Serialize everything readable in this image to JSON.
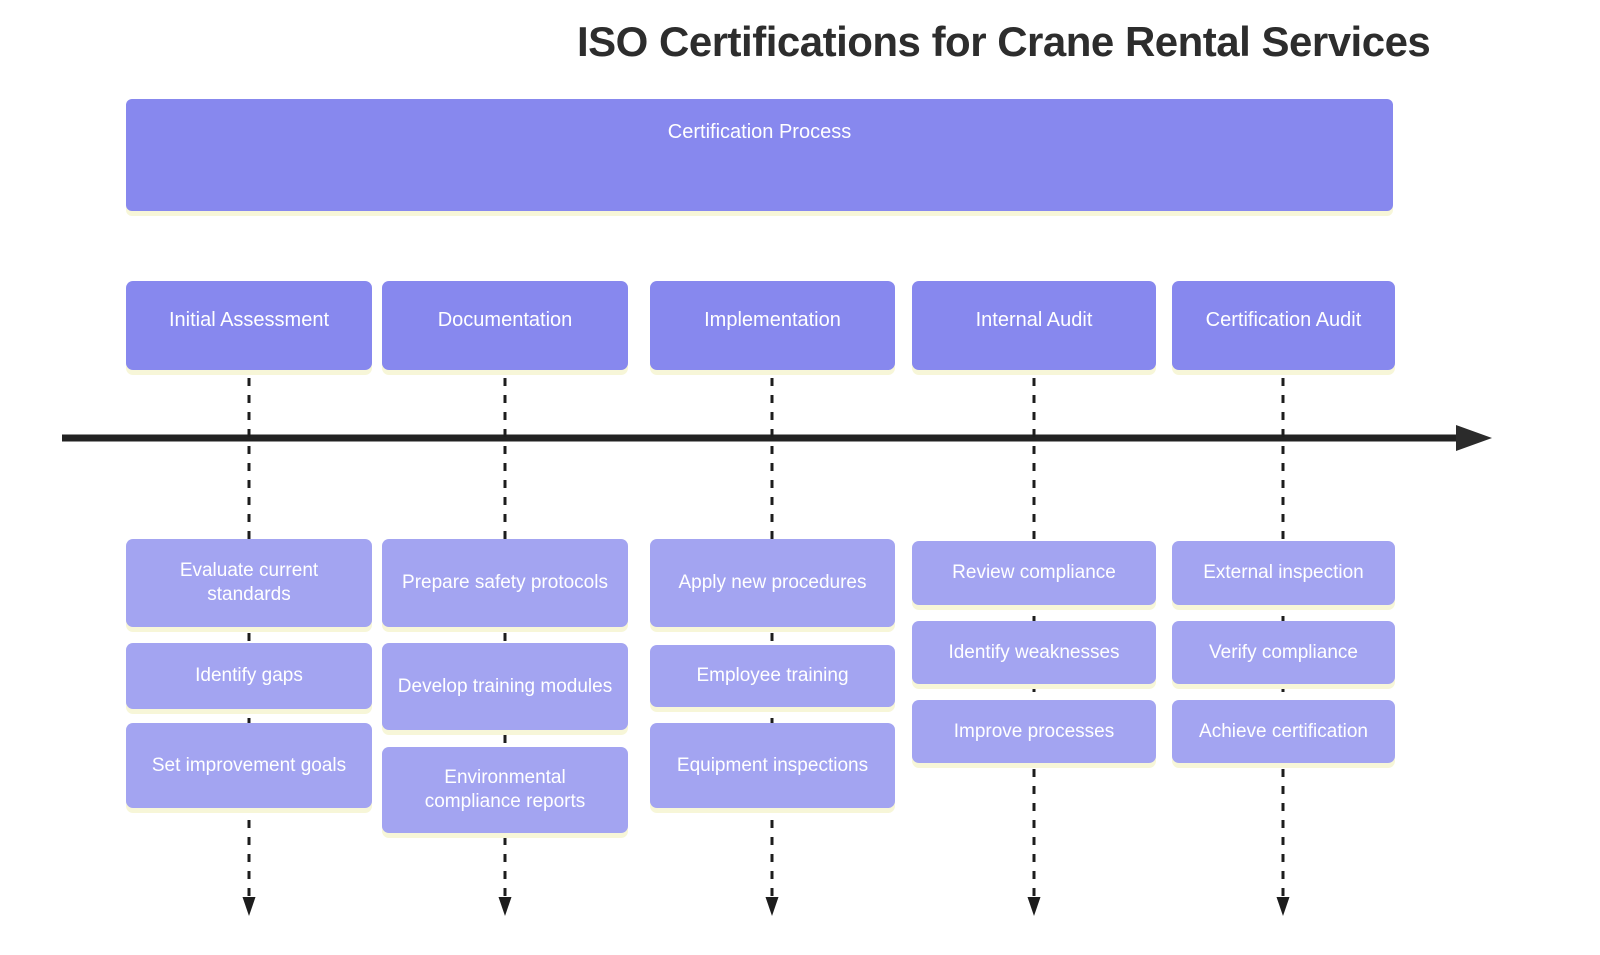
{
  "title": "ISO Certifications for Crane Rental Services",
  "banner": {
    "label": "Certification Process"
  },
  "columns": [
    {
      "phase": "Initial Assessment",
      "tasks": [
        "Evaluate current standards",
        "Identify gaps",
        "Set improvement goals"
      ]
    },
    {
      "phase": "Documentation",
      "tasks": [
        "Prepare safety protocols",
        "Develop training modules",
        "Environmental compliance reports"
      ]
    },
    {
      "phase": "Implementation",
      "tasks": [
        "Apply new procedures",
        "Employee training",
        "Equipment inspections"
      ]
    },
    {
      "phase": "Internal Audit",
      "tasks": [
        "Review compliance",
        "Identify weaknesses",
        "Improve processes"
      ]
    },
    {
      "phase": "Certification Audit",
      "tasks": [
        "External inspection",
        "Verify compliance",
        "Achieve certification"
      ]
    }
  ],
  "colors": {
    "phase_box": "#8788ee",
    "task_box": "#a3a4f1",
    "box_shadow": "#f7f6d8",
    "arrow": "#222222",
    "title_text": "#2d2d2d",
    "box_text": "#ffffff",
    "background": "#ffffff"
  }
}
